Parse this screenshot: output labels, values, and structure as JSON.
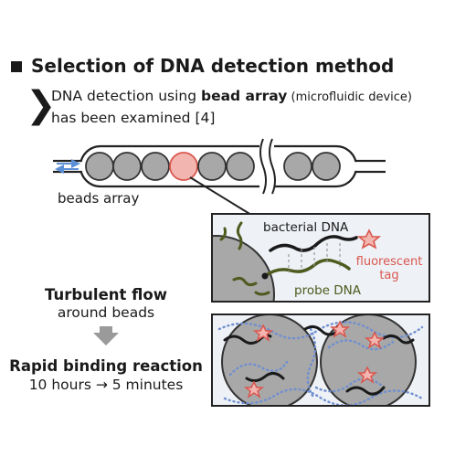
{
  "header": {
    "title": "Selection of DNA detection method"
  },
  "description": {
    "line1_prefix": "DNA detection using ",
    "line1_bold": "bead array",
    "line1_suffix": " (microfluidic device)",
    "line2": "has been examined [4]"
  },
  "device": {
    "beads_label": "beads array"
  },
  "zoom": {
    "bacterial_label": "bacterial DNA",
    "tag_line1": "fluorescent",
    "tag_line2": "tag",
    "probe_label": "probe DNA"
  },
  "flow": {
    "turbulent_bold": "Turbulent flow",
    "turbulent_sub": "around beads",
    "rapid_bold": "Rapid binding reaction",
    "rapid_sub": "10 hours → 5 minutes"
  },
  "colors": {
    "bead_fill": "#a8a8a8",
    "highlight_bead": "#f2b5b0",
    "probe_dna": "#4f5a1e",
    "fluorescent_tag": "#e05a6a",
    "flow_arrows": "#5b8fd6",
    "panel_bg": "#eef1f6"
  }
}
